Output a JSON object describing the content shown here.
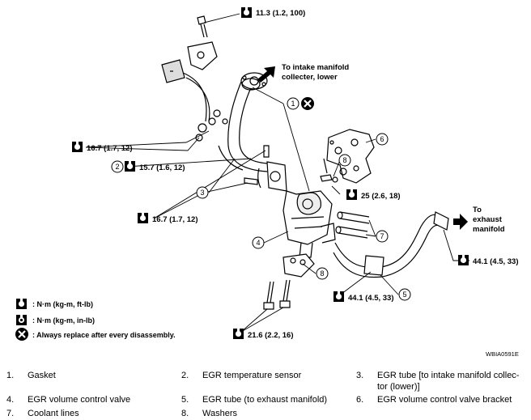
{
  "torques": {
    "t1": "11.3 (1.2, 100)",
    "t2": "16.7 (1.7, 12)",
    "t3": "15.7 (1.6, 12)",
    "t4": "16.7 (1.7, 12)",
    "t5": "25 (2.6, 18)",
    "t6": "44.1 (4.5, 33)",
    "t7": "44.1 (4.5, 33)",
    "t8": "21.6 (2.2, 16)"
  },
  "labels": {
    "intake_line1": "To intake manifold",
    "intake_line2": "collecter, lower",
    "exhaust_line1": "To",
    "exhaust_line2": "exhaust",
    "exhaust_line3": "manifold"
  },
  "callouts": {
    "c1": "1",
    "c2": "2",
    "c3": "3",
    "c4": "4",
    "c5": "5",
    "c6": "6",
    "c7": "7",
    "c8a": "8",
    "c8b": "8"
  },
  "legend": {
    "nm_ft": ": N·m (kg-m, ft-lb)",
    "nm_in": ": N·m (kg-m, in-lb)",
    "replace": ": Always replace after every disassembly."
  },
  "figure_code": "WBIA0591E",
  "parts": [
    {
      "num": "1.",
      "name": "Gasket"
    },
    {
      "num": "2.",
      "name": "EGR temperature sensor"
    },
    {
      "num": "3.",
      "name": "EGR tube [to  intake manifold collec-",
      "name2": "tor (lower)]"
    },
    {
      "num": "4.",
      "name": "EGR volume control valve"
    },
    {
      "num": "5.",
      "name": "EGR tube (to exhaust manifold)"
    },
    {
      "num": "6.",
      "name": "EGR volume control valve bracket"
    },
    {
      "num": "7.",
      "name": "Coolant lines"
    },
    {
      "num": "8.",
      "name": "Washers"
    }
  ]
}
